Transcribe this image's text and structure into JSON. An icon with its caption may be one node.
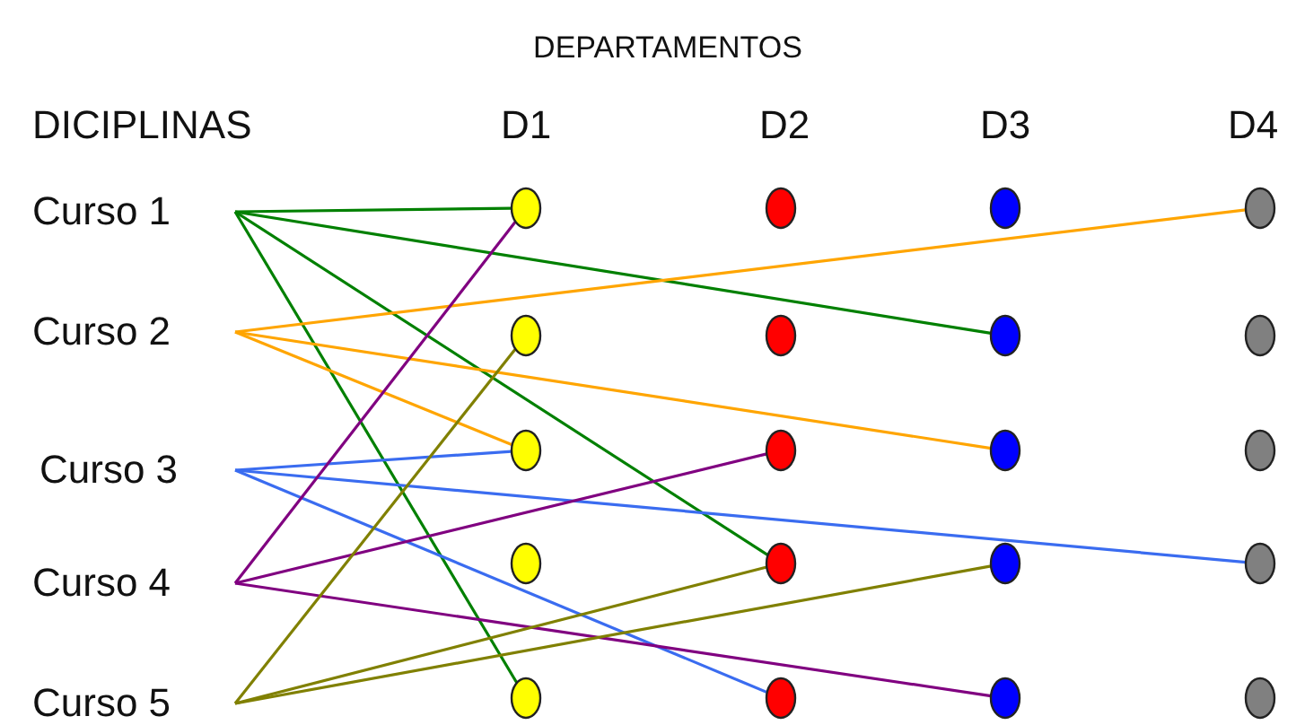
{
  "diagram": {
    "nodes": [
      {
        "text": [
          "Curso 1"
        ]
      },
      {
        "text": [
          "Curso 2"
        ]
      },
      {
        "text": [
          "Curso 3"
        ]
      },
      {
        "text": [
          "Curso 4"
        ]
      },
      {
        "text": [
          "Curso 5"
        ]
      },
      {
        "text": [],
        "shape": "circle"
      },
      {
        "text": [],
        "shape": "circle"
      },
      {
        "text": [],
        "shape": "circle"
      },
      {
        "text": [],
        "shape": "circle"
      },
      {
        "text": [],
        "shape": "circle"
      },
      {
        "text": [],
        "shape": "circle"
      },
      {
        "text": [],
        "shape": "circle"
      },
      {
        "text": [],
        "shape": "circle"
      },
      {
        "text": [],
        "shape": "circle"
      },
      {
        "text": [],
        "shape": "circle"
      },
      {
        "text": [],
        "shape": "circle"
      },
      {
        "text": [],
        "shape": "circle"
      },
      {
        "text": [],
        "shape": "circle"
      },
      {
        "text": [],
        "shape": "circle"
      },
      {
        "text": [],
        "shape": "circle"
      },
      {
        "text": [],
        "shape": "circle"
      },
      {
        "text": [],
        "shape": "circle"
      },
      {
        "text": [],
        "shape": "circle"
      },
      {
        "text": [],
        "shape": "circle"
      },
      {
        "text": [],
        "shape": "circle"
      }
    ],
    "edges": [
      {
        "from": 0,
        "to": 5,
        "arrow": "none",
        "color": "#008000"
      },
      {
        "from": 0,
        "to": 16,
        "arrow": "none",
        "color": "#008000"
      },
      {
        "from": 0,
        "to": 13,
        "arrow": "none",
        "color": "#008000"
      },
      {
        "from": 0,
        "to": 9,
        "arrow": "none",
        "color": "#008000"
      },
      {
        "from": 1,
        "to": 20,
        "arrow": "none",
        "color": "#ffa500"
      },
      {
        "from": 1,
        "to": 17,
        "arrow": "none",
        "color": "#ffa500"
      },
      {
        "from": 1,
        "to": 7,
        "arrow": "none",
        "color": "#ffa500"
      },
      {
        "from": 2,
        "to": 7,
        "arrow": "none",
        "color": "#3a6cf0"
      },
      {
        "from": 2,
        "to": 23,
        "arrow": "none",
        "color": "#3a6cf0"
      },
      {
        "from": 2,
        "to": 14,
        "arrow": "none",
        "color": "#3a6cf0"
      },
      {
        "from": 3,
        "to": 5,
        "arrow": "none",
        "color": "#800080"
      },
      {
        "from": 3,
        "to": 12,
        "arrow": "none",
        "color": "#800080"
      },
      {
        "from": 3,
        "to": 19,
        "arrow": "none",
        "color": "#800080"
      },
      {
        "from": 4,
        "to": 6,
        "arrow": "none",
        "color": "#808000"
      },
      {
        "from": 4,
        "to": 13,
        "arrow": "none",
        "color": "#808000"
      },
      {
        "from": 4,
        "to": 18,
        "arrow": "none",
        "color": "#808000"
      }
    ],
    "labels": [
      "DEPARTAMENTOS",
      "DICIPLINAS",
      "D1",
      "D2",
      "D3",
      "D4"
    ]
  }
}
